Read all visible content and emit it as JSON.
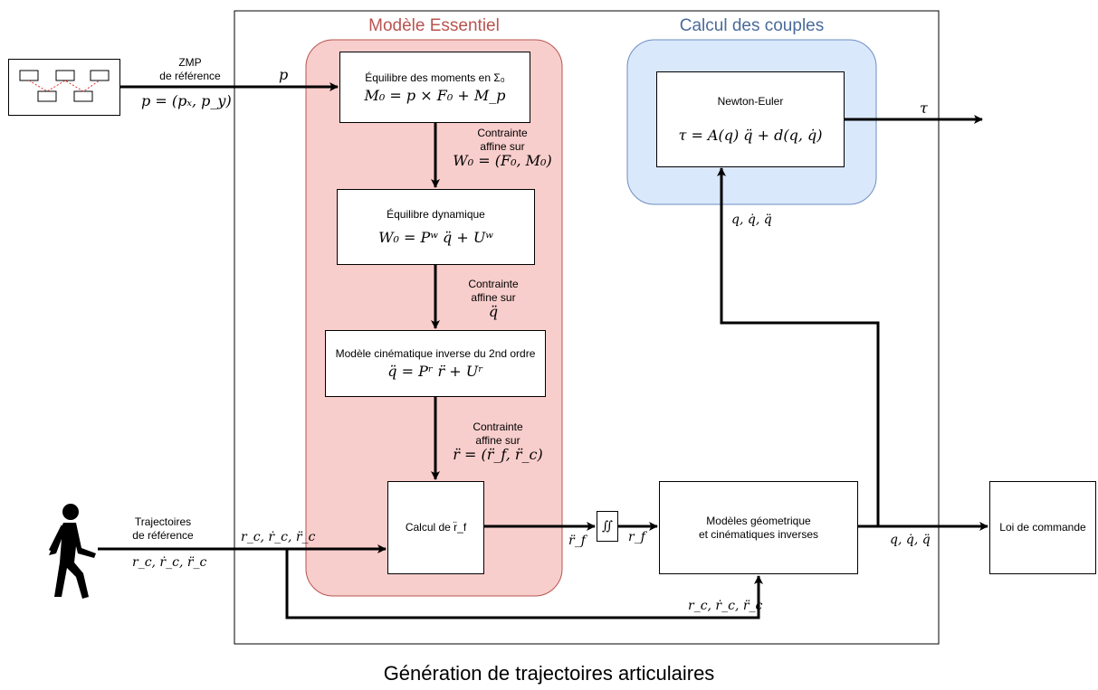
{
  "caption": "Génération de trajectoires articulaires",
  "colors": {
    "essentiel_fill": "#f8cecc",
    "essentiel_border": "#b85450",
    "essentiel_title": "#b85450",
    "couples_fill": "#dae8fc",
    "couples_border": "#6c8ebf",
    "couples_title": "#4a6b99"
  },
  "groups": {
    "essentiel_title": "Modèle Essentiel",
    "couples_title": "Calcul des couples"
  },
  "inputs": {
    "zmp_label_line1": "ZMP",
    "zmp_label_line2": "de référence",
    "zmp_formula": "p = (pₓ, p_y)",
    "zmp_arrow_label": "p",
    "traj_label_line1": "Trajectoires",
    "traj_label_line2": "de référence",
    "traj_formula": "r_c, ṙ_c, r̈_c",
    "traj_arrow_label": "r_c, ṙ_c, r̈_c",
    "walker_icon": "walking-person-icon",
    "footsteps_icon": "footsteps-icon"
  },
  "blocks": {
    "moments_title": "Équilibre des moments en Σ₀",
    "moments_formula": "M₀ = p × F₀ + M_p",
    "dyn_title": "Équilibre dynamique",
    "dyn_formula": "W₀ = Pʷ q̈ + Uʷ",
    "cine_title": "Modèle cinématique inverse du 2nd ordre",
    "cine_formula": "q̈ = Pʳ r̈ + Uʳ",
    "calc_title": "Calcul de r̈_f",
    "newton_title": "Newton-Euler",
    "newton_formula": "τ = A(q) q̈ + d(q, q̇)",
    "geom_line1": "Modèles géometrique",
    "geom_line2": "et cinématiques inverses",
    "integrator": "∬",
    "loi": "Loi de commande"
  },
  "constraints": {
    "c1_line1": "Contrainte",
    "c1_line2": "affine sur",
    "c1_formula": "W₀ = (F₀, M₀)",
    "c2_line1": "Contrainte",
    "c2_line2": "affine sur",
    "c2_formula": "q̈",
    "c3_line1": "Contrainte",
    "c3_line2": "affine sur",
    "c3_formula": "r̈ = (r̈_f, r̈_c)"
  },
  "signals": {
    "rf_ddot": "r̈_f",
    "rf": "r_f",
    "q_out": "q, q̇, q̈",
    "q_up": "q, q̇, q̈",
    "tau": "τ",
    "bottom_ref": "r_c, ṙ_c, r̈_c"
  }
}
